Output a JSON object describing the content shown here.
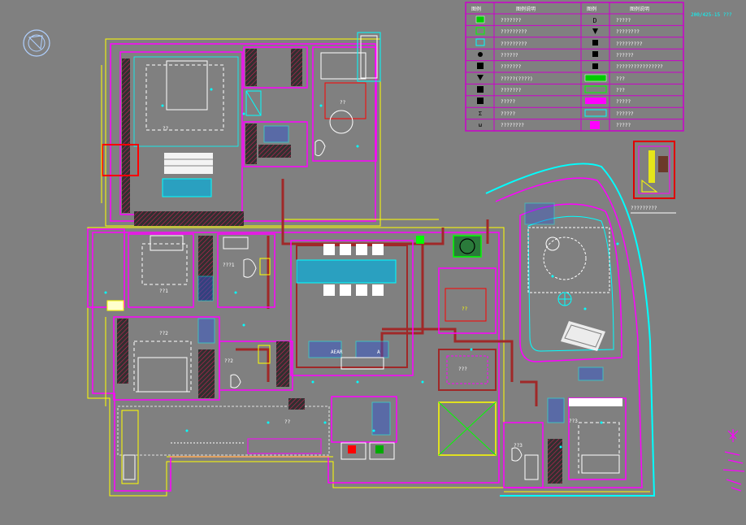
{
  "legend": {
    "headers": [
      "图例",
      "图例说明",
      "图例",
      "图例说明"
    ],
    "rows": [
      {
        "d1": "???????",
        "d2": "?????"
      },
      {
        "d1": "?????????",
        "d2": "????????"
      },
      {
        "d1": "?????????",
        "d2": "?????????"
      },
      {
        "d1": "??????",
        "d2": "??????"
      },
      {
        "d1": "???????",
        "d2": "????????????????"
      },
      {
        "d1": "?????(????)",
        "d2": "???"
      },
      {
        "d1": "???????",
        "d2": "???"
      },
      {
        "d1": "?????",
        "d2": "?????"
      },
      {
        "d1": "?????",
        "d2": "??????"
      },
      {
        "d1": "????????",
        "d2": "?????"
      }
    ],
    "color_grid": "#cc00cc"
  },
  "top_right_note": "200/425-15   ???",
  "detail": {
    "caption": "?????????",
    "color_border": "#e00000"
  },
  "room_labels": [
    {
      "id": "master-bedroom",
      "text": "??"
    },
    {
      "id": "bath-upper",
      "text": "??"
    },
    {
      "id": "bedroom-2",
      "text": "??1"
    },
    {
      "id": "bath-mid",
      "text": "???1"
    },
    {
      "id": "bedroom-3",
      "text": "??2"
    },
    {
      "id": "bath-lower",
      "text": "??2"
    },
    {
      "id": "balcony",
      "text": "??"
    },
    {
      "id": "stair",
      "text": "???"
    },
    {
      "id": "bath-3",
      "text": "??3"
    },
    {
      "id": "bedroom-4",
      "text": "??3"
    },
    {
      "id": "lift-lobby",
      "text": "??"
    }
  ],
  "equipment_labels": [
    {
      "id": "ac-unit-a",
      "text": "AEAR"
    },
    {
      "id": "ac-unit-b",
      "text": "A"
    }
  ],
  "colors": {
    "background": "#808080",
    "wall": "#ff00ff",
    "accent_cyan": "#00ffff",
    "accent_yellow": "#ffff00",
    "duct": "#8b1a1a",
    "white": "#ffffff",
    "blue": "#0000ff",
    "red": "#ff0000",
    "green": "#00ff00"
  }
}
